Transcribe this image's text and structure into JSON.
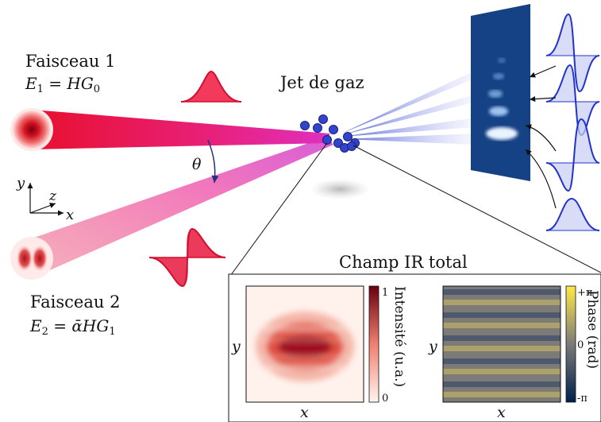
{
  "beam1": {
    "title": "Faisceau 1",
    "eq_lhs": "E",
    "eq_sub": "1",
    "eq_mid": " = ",
    "eq_rhs": "HG",
    "eq_rhs_sub": "0"
  },
  "beam2": {
    "title": "Faisceau 2",
    "eq_lhs": "E",
    "eq_sub": "2",
    "eq_mid": " = ",
    "eq_alpha": "ᾱ",
    "eq_rhs": "HG",
    "eq_rhs_sub": "1"
  },
  "gas_jet": {
    "label": "Jet de gaz"
  },
  "angle": {
    "symbol": "θ"
  },
  "axes": {
    "y": "y",
    "z": "z",
    "x": "x"
  },
  "inset": {
    "title": "Champ IR total",
    "intensity_panel": {
      "xlabel": "x",
      "ylabel": "y",
      "colorbar_label": "Intensité (u.a.)",
      "colorbar_ticks": [
        "1",
        "0"
      ]
    },
    "phase_panel": {
      "xlabel": "x",
      "ylabel": "y",
      "colorbar_label": "Phase (rad)",
      "colorbar_ticks": [
        "+π",
        "0",
        "-π"
      ]
    }
  },
  "colors": {
    "beam_red": "#e0103a",
    "beam_pink": "#f06aa0",
    "harmonic_blue": "#2233cc",
    "detector_blue": "#0d2f6e",
    "atom_blue": "#3344cc"
  }
}
